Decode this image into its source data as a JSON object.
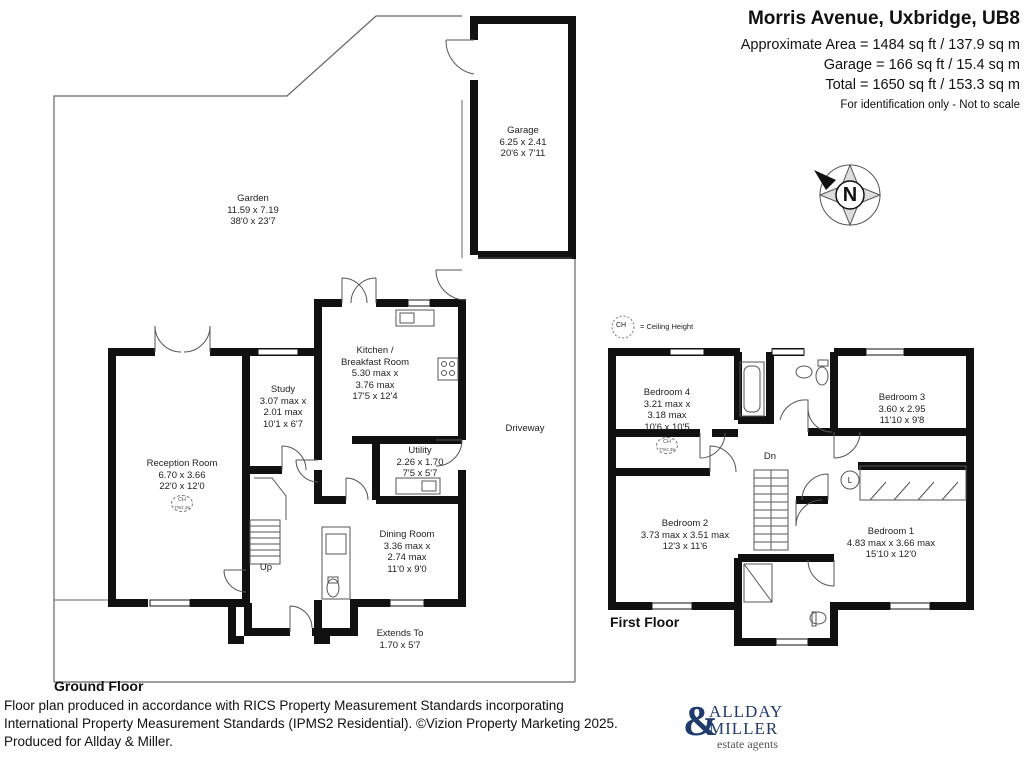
{
  "header": {
    "title": "Morris Avenue, Uxbridge, UB8",
    "approx_area": "Approximate Area = 1484 sq ft / 137.9 sq m",
    "garage_area": "Garage = 166 sq ft / 15.4 sq m",
    "total_area": "Total = 1650 sq ft / 153.3 sq m",
    "note": "For identification only - Not to scale"
  },
  "compass": {
    "letter": "N"
  },
  "legend": {
    "symbol": "CH",
    "text": "= Ceiling Height"
  },
  "ground_floor": {
    "title": "Ground Floor",
    "rooms": {
      "garden": {
        "name": "Garden",
        "metric": "11.59 x 7.19",
        "imperial": "38'0 x 23'7"
      },
      "garage": {
        "name": "Garage",
        "metric": "6.25 x 2.41",
        "imperial": "20'6 x 7'11"
      },
      "kitchen": {
        "name_1": "Kitchen /",
        "name_2": "Breakfast Room",
        "metric_1": "5.30 max x",
        "metric_2": "3.76 max",
        "imperial": "17'5 x 12'4"
      },
      "study": {
        "name": "Study",
        "metric_1": "3.07 max x",
        "metric_2": "2.01 max",
        "imperial": "10'1 x 6'7"
      },
      "utility": {
        "name": "Utility",
        "metric": "2.26 x 1.70",
        "imperial": "7'5 x 5'7"
      },
      "reception": {
        "name": "Reception Room",
        "metric": "6.70 x 3.66",
        "imperial": "22'0 x 12'0",
        "ch_label": "CH",
        "ch_value": "7'9/2.36"
      },
      "dining": {
        "name": "Dining Room",
        "metric_1": "3.36 max x",
        "metric_2": "2.74 max",
        "imperial": "11'0 x 9'0"
      },
      "extends": {
        "name": "Extends To",
        "value": "1.70 x 5'7"
      },
      "driveway": {
        "name": "Driveway"
      },
      "stairs": {
        "label": "Up"
      }
    }
  },
  "first_floor": {
    "title": "First Floor",
    "rooms": {
      "bedroom4": {
        "name": "Bedroom 4",
        "metric_1": "3.21 max x",
        "metric_2": "3.18 max",
        "imperial": "10'6 x 10'5",
        "ch_label": "CH",
        "ch_value": "7'9/2.36"
      },
      "bedroom3": {
        "name": "Bedroom 3",
        "metric": "3.60 x 2.95",
        "imperial": "11'10 x 9'8"
      },
      "bedroom2": {
        "name": "Bedroom 2",
        "metric": "3.73 max x 3.51 max",
        "imperial": "12'3 x 11'6"
      },
      "bedroom1": {
        "name": "Bedroom 1",
        "metric": "4.83 max x 3.66 max",
        "imperial": "15'10 x 12'0"
      },
      "stairs": {
        "label": "Dn"
      },
      "cupboard": {
        "label": "L"
      }
    }
  },
  "footer": {
    "line1": "Floor plan produced in accordance with RICS Property Measurement Standards incorporating",
    "line2": "International Property Measurement Standards (IPMS2 Residential). ©Vizion Property Marketing 2025.",
    "line3": "Produced for Allday & Miller."
  },
  "logo": {
    "amp": "&",
    "line1": "ALLDAY",
    "line2": "MILLER",
    "sub": "estate agents"
  },
  "colors": {
    "wall": "#111111",
    "thin_line": "#555555",
    "logo": "#1f3a6b"
  }
}
